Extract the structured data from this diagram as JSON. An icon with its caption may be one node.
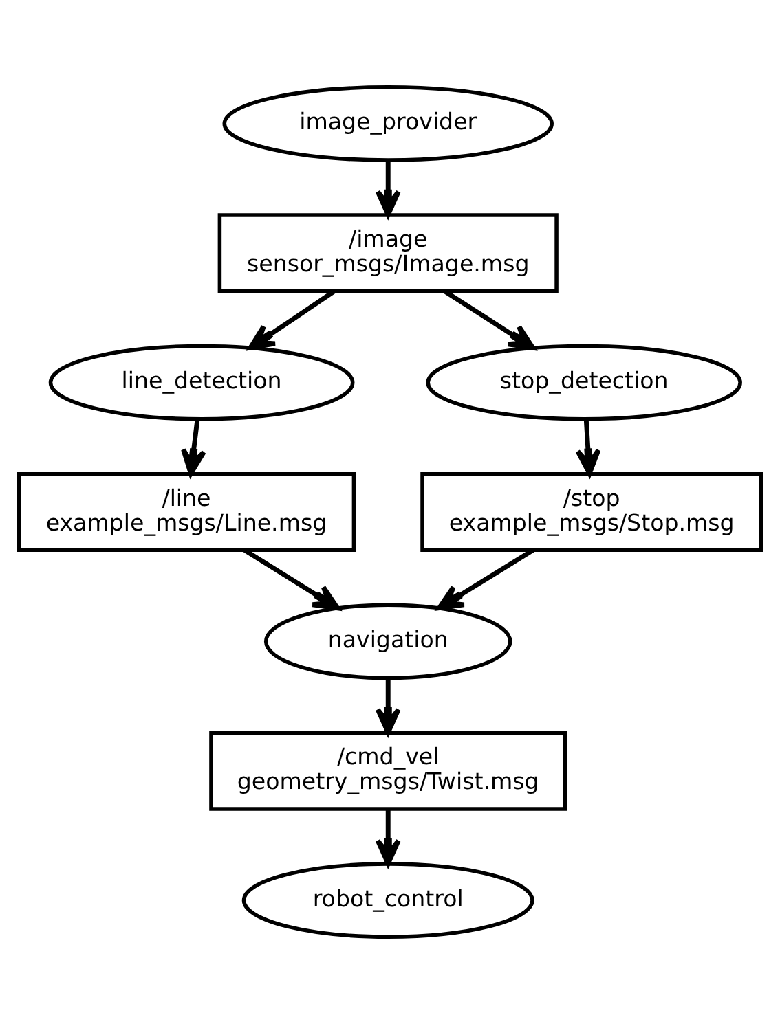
{
  "diagram": {
    "nodes": [
      {
        "text": [
          "image_provider"
        ]
      },
      {
        "text": [
          "/image",
          "sensor_msgs/Image.msg"
        ]
      },
      {
        "text": [
          "line_detection"
        ]
      },
      {
        "text": [
          "stop_detection"
        ]
      },
      {
        "text": [
          "/line",
          "example_msgs/Line.msg"
        ]
      },
      {
        "text": [
          "/stop",
          "example_msgs/Stop.msg"
        ]
      },
      {
        "text": [
          "navigation"
        ]
      },
      {
        "text": [
          "/cmd_vel",
          "geometry_msgs/Twist.msg"
        ]
      },
      {
        "text": [
          "robot_control"
        ]
      }
    ],
    "edges": [
      {
        "from": 0,
        "to": 1,
        "arrow": "to"
      },
      {
        "from": 1,
        "to": 2,
        "arrow": "to"
      },
      {
        "from": 1,
        "to": 3,
        "arrow": "to"
      },
      {
        "from": 2,
        "to": 4,
        "arrow": "to"
      },
      {
        "from": 3,
        "to": 5,
        "arrow": "to"
      },
      {
        "from": 4,
        "to": 6,
        "arrow": "to"
      },
      {
        "from": 5,
        "to": 6,
        "arrow": "to"
      },
      {
        "from": 6,
        "to": 7,
        "arrow": "to"
      },
      {
        "from": 7,
        "to": 8,
        "arrow": "to"
      }
    ]
  }
}
